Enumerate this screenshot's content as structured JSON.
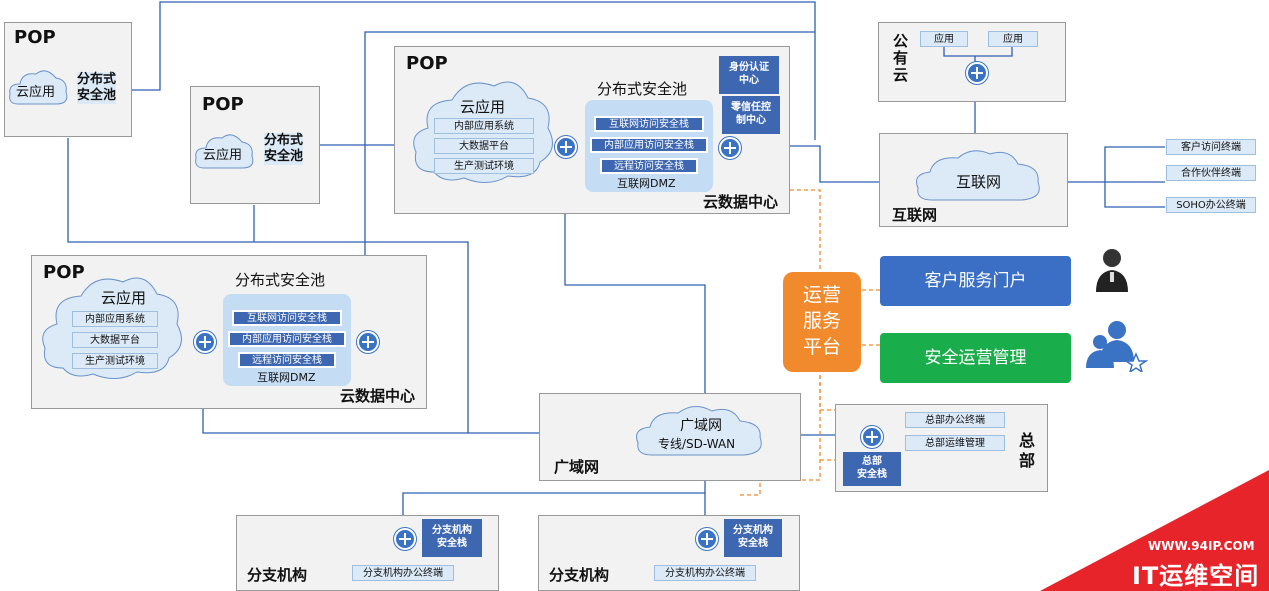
{
  "pop": "POP",
  "cloud_app": "云应用",
  "dist_pool_2": "分布式\n安全池",
  "dist_pool": "分布式安全池",
  "apps": [
    "内部应用系统",
    "大数据平台",
    "生产测试环境"
  ],
  "stacks": [
    "互联网访问安全栈",
    "内部应用访问安全栈",
    "远程访问安全栈"
  ],
  "dmz": "互联网DMZ",
  "dc": "云数据中心",
  "auth": "身份认证\n中心",
  "zt": "零信任控\n制中心",
  "public_cloud": "公\n有\n云",
  "app": "应用",
  "internet_cloud": "互联网",
  "internet": "互联网",
  "terminals": [
    "客户访问终端",
    "合作伙伴终端",
    "SOHO办公终端"
  ],
  "ops_platform": "运营\n服务\n平台",
  "customer_portal": "客户服务门户",
  "sec_ops": "安全运营管理",
  "wan_cloud": "广域网",
  "wan_sub": "专线/SD-WAN",
  "wan": "广域网",
  "hq": "总\n部",
  "hq_stack": "总部\n安全栈",
  "hq_terminals": [
    "总部办公终端",
    "总部运维管理"
  ],
  "branch": "分支机构",
  "branch_stack": "分支机构\n安全栈",
  "branch_terminal": "分支机构办公终端",
  "watermark_url": "WWW.94IP.COM",
  "watermark": "IT运维空间",
  "colors": {
    "blue": "#3e67b1",
    "orange": "#f08a2c",
    "green": "#1aad4b",
    "portal": "#3b6fc6",
    "line": "#2f5fb3"
  }
}
